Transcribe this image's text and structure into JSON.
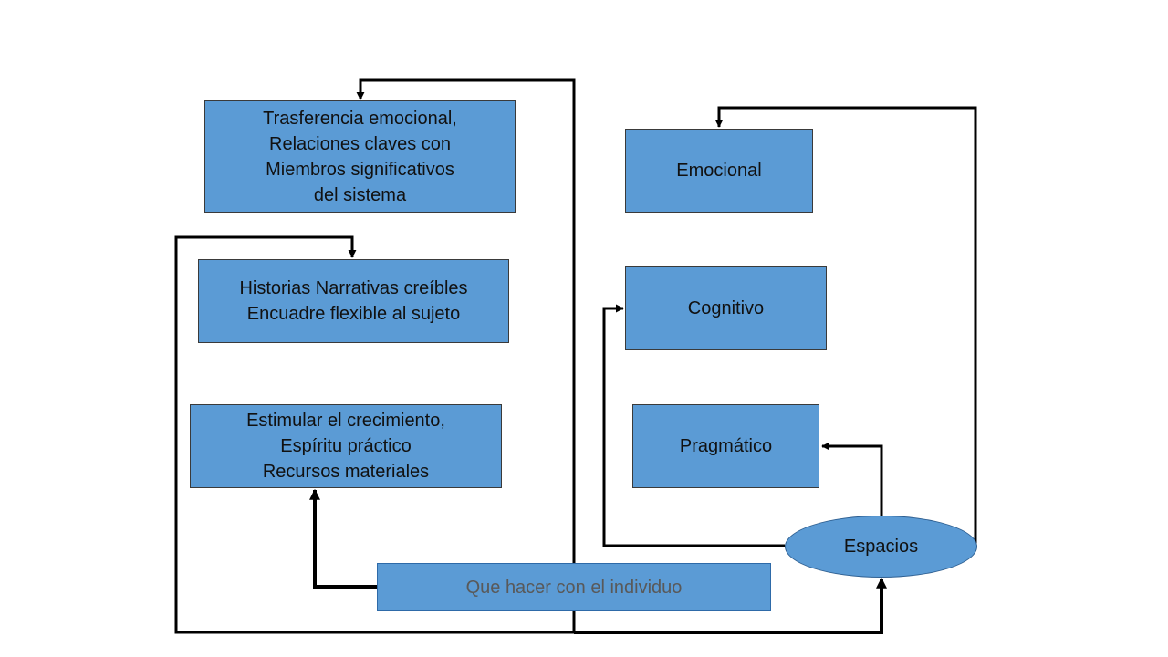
{
  "diagram": {
    "boxes": {
      "transferencia": "Trasferencia emocional,\nRelaciones claves con\nMiembros significativos\n del sistema",
      "historias": "Historias Narrativas creíbles\nEncuadre flexible al sujeto",
      "estimular": "Estimular el crecimiento,\nEspíritu práctico\nRecursos materiales",
      "emocional": "Emocional",
      "cognitivo": "Cognitivo",
      "pragmatico": "Pragmático",
      "que_hacer": "Que hacer con el individuo"
    },
    "ellipse": {
      "espacios": "Espacios"
    },
    "colors": {
      "box_fill": "#5b9bd5",
      "connector": "#000000",
      "muted_text": "#595959"
    }
  }
}
